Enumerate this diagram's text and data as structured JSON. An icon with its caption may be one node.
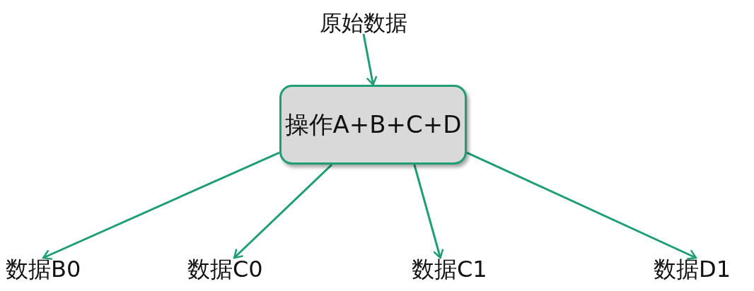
{
  "diagram": {
    "nodes": [
      {
        "text": [
          "原始数据"
        ]
      },
      {
        "text": [
          "操作A+B+C+D"
        ]
      },
      {
        "text": [
          "数据B0"
        ]
      },
      {
        "text": [
          "数据C0"
        ]
      },
      {
        "text": [
          "数据C1"
        ]
      },
      {
        "text": [
          "数据D1"
        ]
      }
    ],
    "edges": [
      {
        "from": 0,
        "to": 1,
        "arrow": "to"
      },
      {
        "from": 1,
        "to": 2,
        "arrow": "to"
      },
      {
        "from": 1,
        "to": 3,
        "arrow": "to"
      },
      {
        "from": 1,
        "to": 4,
        "arrow": "to"
      },
      {
        "from": 1,
        "to": 5,
        "arrow": "to"
      }
    ]
  }
}
